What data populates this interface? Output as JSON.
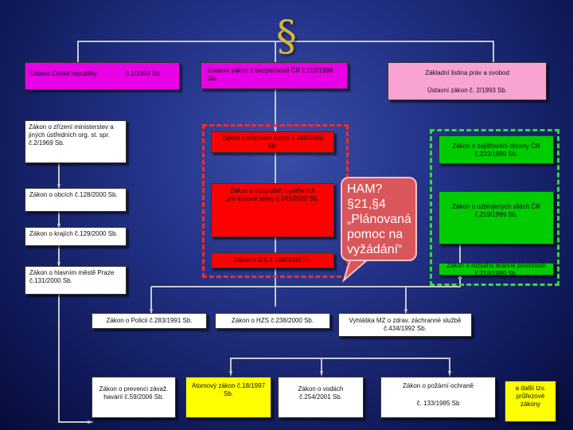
{
  "title": "§",
  "top": {
    "constitution": "Ústava České republiky",
    "constitution_number": "č.1/1993 Sb.",
    "security_act": "Ústavní zákon o bezpečnosti ČR č.110/1998 Sb.",
    "charter": "Základní listina práv a svobod",
    "charter_number": "Ústavní zákon č. 2/1993 Sb."
  },
  "left": {
    "ministries": "Zákon o zřízení ministerstev a jiných ústředních org. st. spr. č.2/1969 Sb.",
    "municipalities": "Zákon o obcích č.128/2000 Sb.",
    "regions": "Zákon o krajích č.129/2000 Sb.",
    "prague": "Zákon o hlavním městě Praze č.131/2000 Sb."
  },
  "center": {
    "crisis": "Zákon o krizovém řízení č.240/2000 Sb.",
    "economic": "Zákon o hospodář. opatřeních pro krizové stavy č.241/2000 Sb.",
    "irs": "Zákon o IZS č.239/2000 Sb."
  },
  "right": {
    "defense": "Zákon o zajišťování obrany ČR č.222/1999 Sb.",
    "armed_forces": "Zákon o ozbrojených silách ČR č.219/1999 Sb.",
    "conscription": "Zákon o rozsahu branné povinnosti č.218/1999 Sb."
  },
  "bubble": "HAM? §21,§4 „Plánovaná pomoc na vyžádání“",
  "middle_row": {
    "police": "Zákon o Policii č.283/1991 Sb.",
    "hzs": "Zákon o HZS č.238/2000 Sb.",
    "decree": "Vyhláška MZ o zdrav. záchranné službě č.434/1992 Sb."
  },
  "bottom_row": {
    "prevention": "Zákon o prevenci závaž. havárií č.59/2006 Sb.",
    "atomic": "Atomový zákon č.18/1997 Sb.",
    "water": "Zákon o vodách č.254/2001 Sb.",
    "fire": "Zákon o požární ochraně",
    "fire_number": "č. 133/1985 Sb",
    "other": "a další tzv. průřezové zákony"
  }
}
